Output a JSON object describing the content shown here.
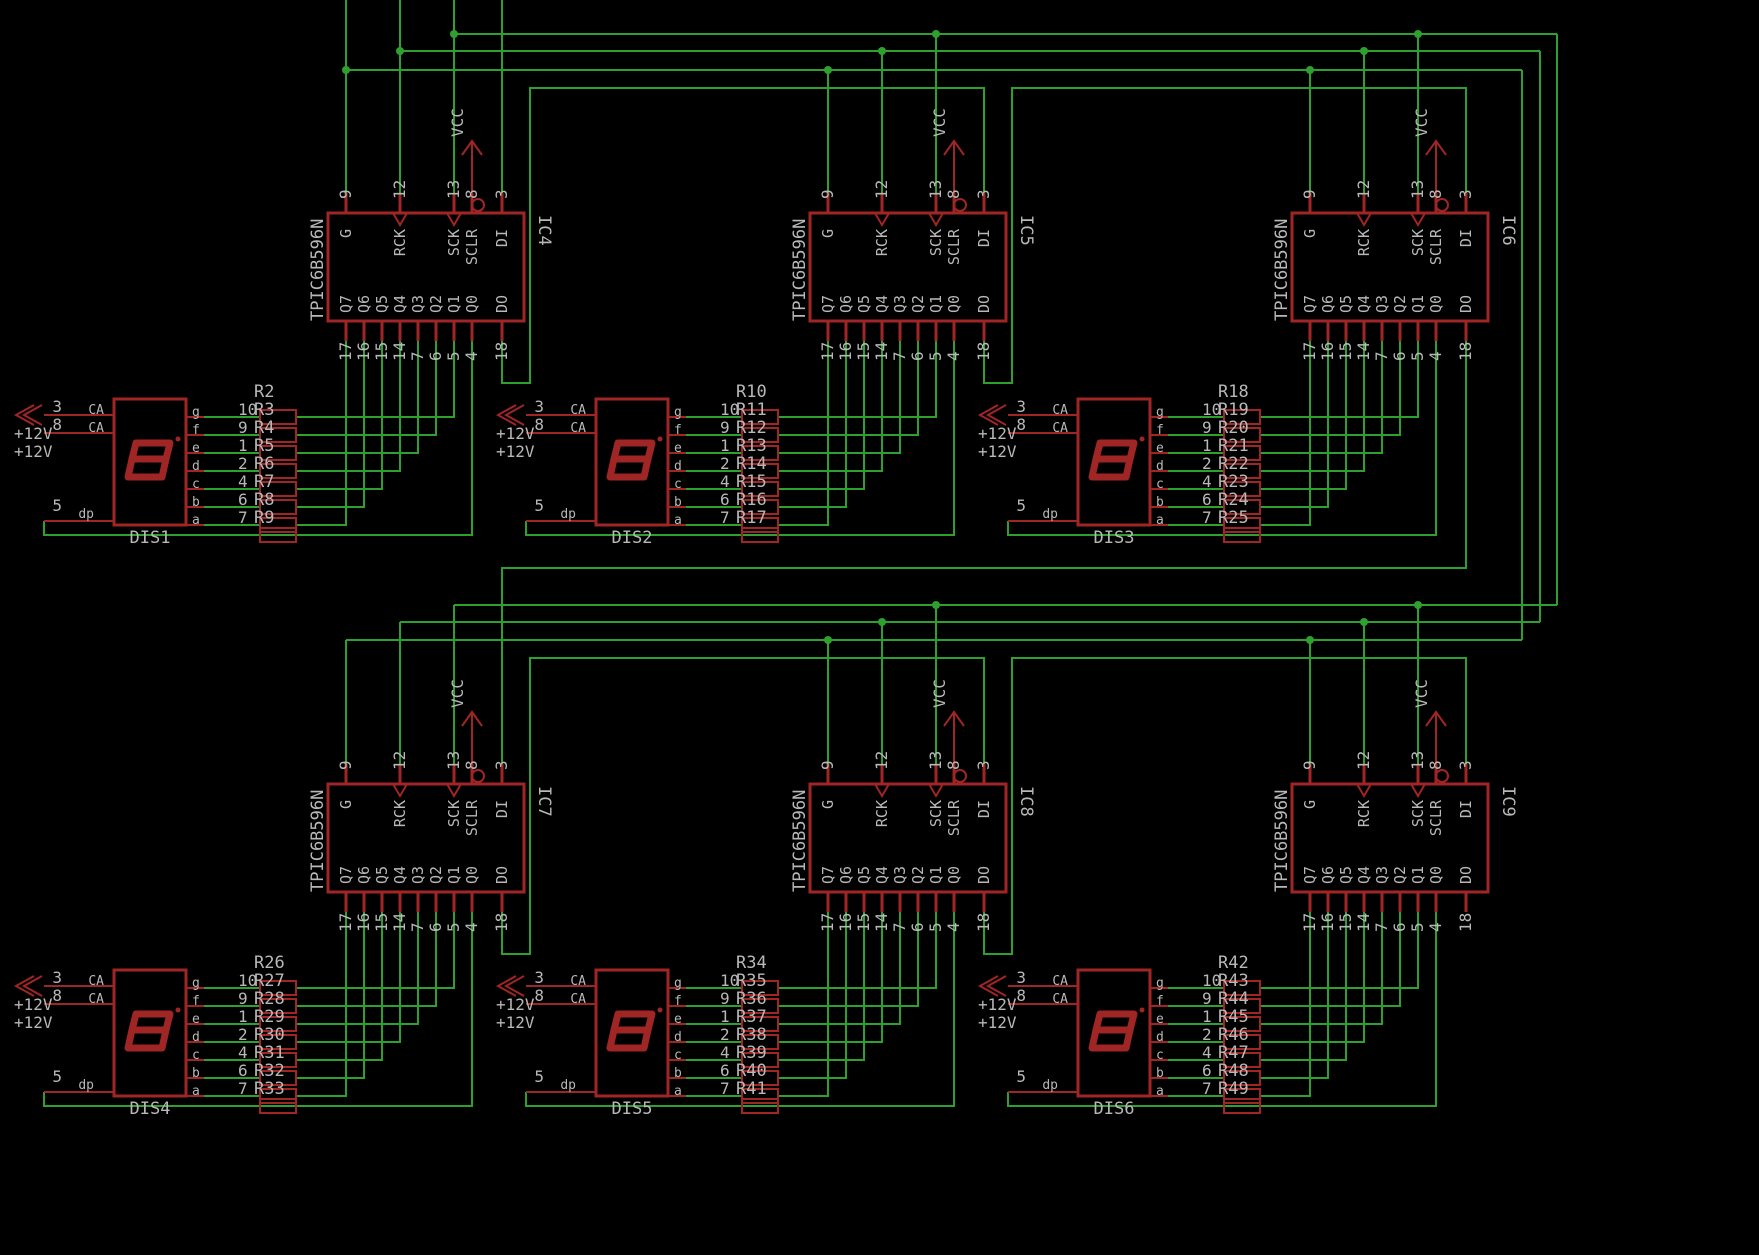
{
  "colors": {
    "background": "#000000",
    "net": "#2ea02e",
    "part": "#a02525",
    "label": "#b8b8b8",
    "junction": "#2ea02e"
  },
  "chip": {
    "part": "TPIC6B596N",
    "top_pins": [
      {
        "num": "9",
        "name": "G"
      },
      {
        "num": "12",
        "name": "RCK"
      },
      {
        "num": "13",
        "name": "SCK"
      },
      {
        "num": "8",
        "name": "SCLR"
      },
      {
        "num": "3",
        "name": "DI"
      }
    ],
    "bottom_pins": [
      {
        "num": "17",
        "name": "Q7"
      },
      {
        "num": "16",
        "name": "Q6"
      },
      {
        "num": "15",
        "name": "Q5"
      },
      {
        "num": "14",
        "name": "Q4"
      },
      {
        "num": "7",
        "name": "Q3"
      },
      {
        "num": "6",
        "name": "Q2"
      },
      {
        "num": "5",
        "name": "Q1"
      },
      {
        "num": "4",
        "name": "Q0"
      },
      {
        "num": "18",
        "name": "DO"
      }
    ],
    "vcc": "VCC"
  },
  "display": {
    "common": [
      {
        "num": "3",
        "name": "CA"
      },
      {
        "num": "8",
        "name": "CA"
      }
    ],
    "supply": [
      "+12V",
      "+12V"
    ],
    "segments": [
      {
        "seg": "g",
        "pin": "10"
      },
      {
        "seg": "f",
        "pin": "9"
      },
      {
        "seg": "e",
        "pin": "1"
      },
      {
        "seg": "d",
        "pin": "2"
      },
      {
        "seg": "c",
        "pin": "4"
      },
      {
        "seg": "b",
        "pin": "6"
      },
      {
        "seg": "a",
        "pin": "7"
      }
    ],
    "dp": {
      "seg": "dp",
      "pin": "5"
    }
  },
  "cells": [
    {
      "ic": "IC4",
      "dis": "DIS1",
      "res_start": 2
    },
    {
      "ic": "IC5",
      "dis": "DIS2",
      "res_start": 10
    },
    {
      "ic": "IC6",
      "dis": "DIS3",
      "res_start": 18
    },
    {
      "ic": "IC7",
      "dis": "DIS4",
      "res_start": 26
    },
    {
      "ic": "IC8",
      "dis": "DIS5",
      "res_start": 34
    },
    {
      "ic": "IC9",
      "dis": "DIS6",
      "res_start": 42
    }
  ]
}
